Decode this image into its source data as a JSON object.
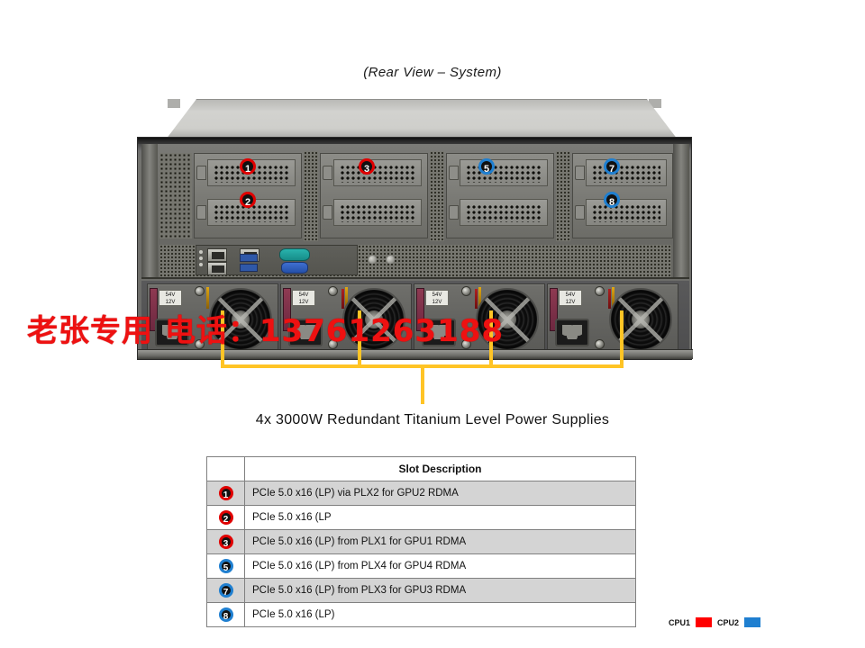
{
  "view_title": "(Rear View – System)",
  "psu_caption": "4x 3000W Redundant Titanium Level Power Supplies",
  "watermark": "老张专用 电话：13761263188",
  "colors": {
    "cpu1": "#e00000",
    "cpu2": "#1f7fd0",
    "leader": "#ffc425",
    "table_alt_row": "#d4d4d4",
    "table_border": "#808080"
  },
  "psu_label": {
    "line1": "54V",
    "line2": "12V"
  },
  "photo_badges": [
    {
      "number": "1",
      "cpu": "cpu1"
    },
    {
      "number": "2",
      "cpu": "cpu1"
    },
    {
      "number": "3",
      "cpu": "cpu1"
    },
    {
      "number": "5",
      "cpu": "cpu2"
    },
    {
      "number": "7",
      "cpu": "cpu2"
    },
    {
      "number": "8",
      "cpu": "cpu2"
    }
  ],
  "table": {
    "header_num": "",
    "header_desc": "Slot Description",
    "rows": [
      {
        "number": "1",
        "cpu": "cpu1",
        "desc": "PCIe 5.0 x16 (LP) via PLX2 for GPU2 RDMA"
      },
      {
        "number": "2",
        "cpu": "cpu1",
        "desc": "PCIe 5.0 x16 (LP"
      },
      {
        "number": "3",
        "cpu": "cpu1",
        "desc": "PCIe 5.0 x16 (LP) from PLX1 for GPU1 RDMA"
      },
      {
        "number": "5",
        "cpu": "cpu2",
        "desc": "PCIe 5.0 x16 (LP) from PLX4 for GPU4 RDMA"
      },
      {
        "number": "7",
        "cpu": "cpu2",
        "desc": "PCIe 5.0 x16 (LP) from PLX3 for GPU3 RDMA"
      },
      {
        "number": "8",
        "cpu": "cpu2",
        "desc": "PCIe 5.0 x16 (LP)"
      }
    ]
  },
  "legend": {
    "cpu1_label": "CPU1",
    "cpu2_label": "CPU2"
  }
}
